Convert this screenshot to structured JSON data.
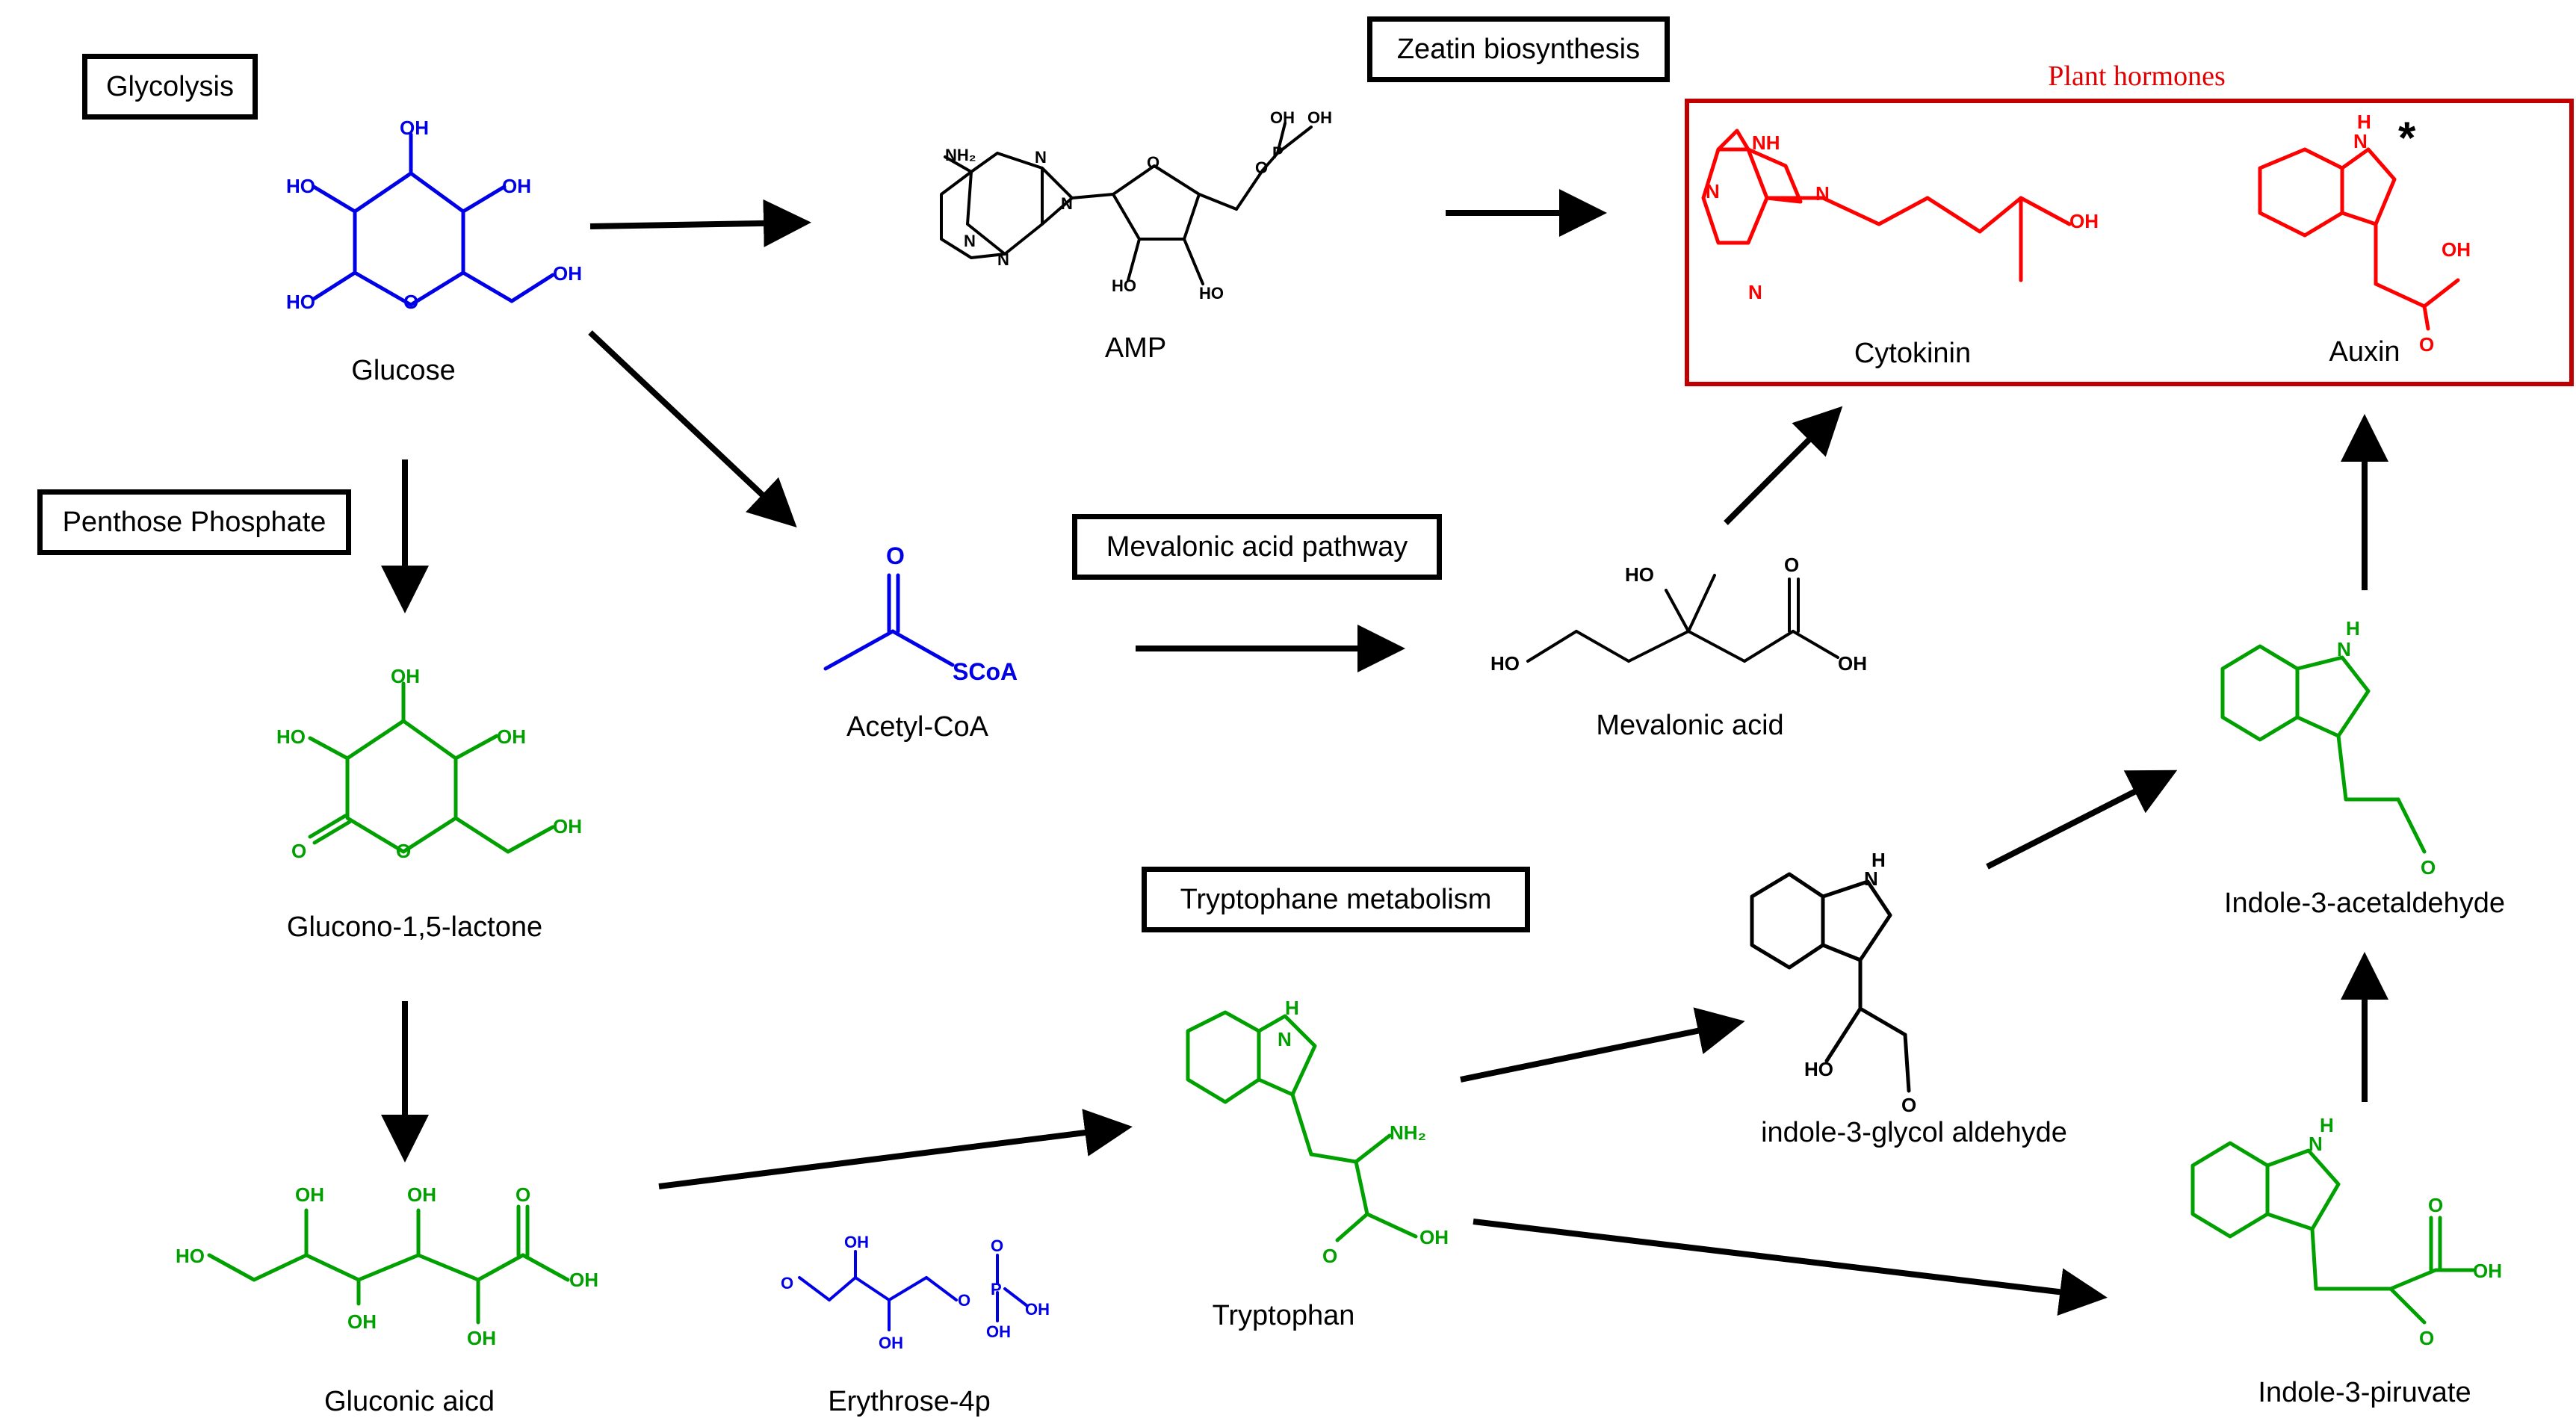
{
  "colors": {
    "blue": "#0000e6",
    "green": "#00a000",
    "black": "#000000",
    "red": "#ff0000",
    "hormone_frame": "#c00000"
  },
  "pathway_boxes": {
    "glycolysis": "Glycolysis",
    "penthose": "Penthose Phosphate",
    "zeatin": "Zeatin  biosynthesis",
    "mevalonic": "Mevalonic acid  pathway",
    "tryptophane": "Tryptophane  metabolism"
  },
  "hormones": {
    "title": "Plant hormones",
    "star": "*"
  },
  "compounds": {
    "glucose": "Glucose",
    "amp": "AMP",
    "cytokinin": "Cytokinin",
    "auxin": "Auxin",
    "acetyl_coa": "Acetyl-CoA",
    "mevalonic_acid": "Mevalonic acid",
    "glucono_lactone": "Glucono-1,5-lactone",
    "gluconic_acid": "Gluconic aicd",
    "erythrose": "Erythrose-4p",
    "tryptophan": "Tryptophan",
    "glycol_aldehyde": "indole-3-glycol aldehyde",
    "acetaldehyde": "Indole-3-acetaldehyde",
    "piruvate": "Indole-3-piruvate"
  },
  "atoms": {
    "oh": "OH",
    "ho": "HO",
    "o": "O",
    "n": "N",
    "nh": "NH",
    "hn": "H",
    "nh2": "NH₂",
    "p": "P",
    "scoa": "SCoA"
  }
}
